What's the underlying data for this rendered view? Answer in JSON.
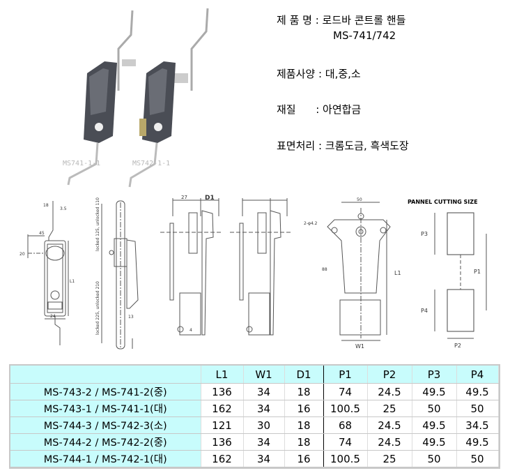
{
  "spec": {
    "name_line": "제 품 명 : 로드바 콘트롤 핸들",
    "model_line": "MS-741/742",
    "size_line": "제품사양 : 대,중,소",
    "material_line": "재질      : 아연합금",
    "finish_line": "표면처리 : 크롬도금, 흑색도장"
  },
  "photos": {
    "left_label": "MS741-1-1",
    "right_label": "MS742-1-1"
  },
  "drawing": {
    "dim_45": "45",
    "dim_20": "20",
    "dim_35": "3.5",
    "dim_18": "18",
    "dim_24": "24",
    "dim_l1_small": "L1",
    "locked_upper": "locked 125, unlocked 110",
    "locked_lower": "locked 225, unlocked 210",
    "dim_13": "13",
    "dim_27": "27",
    "dim_d1": "D1",
    "dim_4": "4",
    "dim_50": "50",
    "dim_holes": "2-φ4.2",
    "dim_88": "88",
    "dim_l1": "L1",
    "dim_w1": "W1",
    "cutting_title": "PANNEL CUTTING SIZE",
    "dim_p1": "P1",
    "dim_p2": "P2",
    "dim_p3": "P3",
    "dim_p4": "P4"
  },
  "table": {
    "headers": [
      "",
      "L1",
      "W1",
      "D1",
      "P1",
      "P2",
      "P3",
      "P4"
    ],
    "rows": [
      [
        "MS-743-2 / MS-741-2(중)",
        "136",
        "34",
        "18",
        "74",
        "24.5",
        "49.5",
        "49.5"
      ],
      [
        "MS-743-1 / MS-741-1(대)",
        "162",
        "34",
        "16",
        "100.5",
        "25",
        "50",
        "50"
      ],
      [
        "MS-744-3 / MS-742-3(소)",
        "121",
        "30",
        "18",
        "68",
        "24.5",
        "49.5",
        "34.5"
      ],
      [
        "MS-744-2 / MS-742-2(중)",
        "136",
        "34",
        "18",
        "74",
        "24.5",
        "49.5",
        "49.5"
      ],
      [
        "MS-744-1 / MS-742-1(대)",
        "162",
        "34",
        "16",
        "100.5",
        "25",
        "50",
        "50"
      ]
    ]
  },
  "colors": {
    "header_bg": "#c8fcfc"
  }
}
